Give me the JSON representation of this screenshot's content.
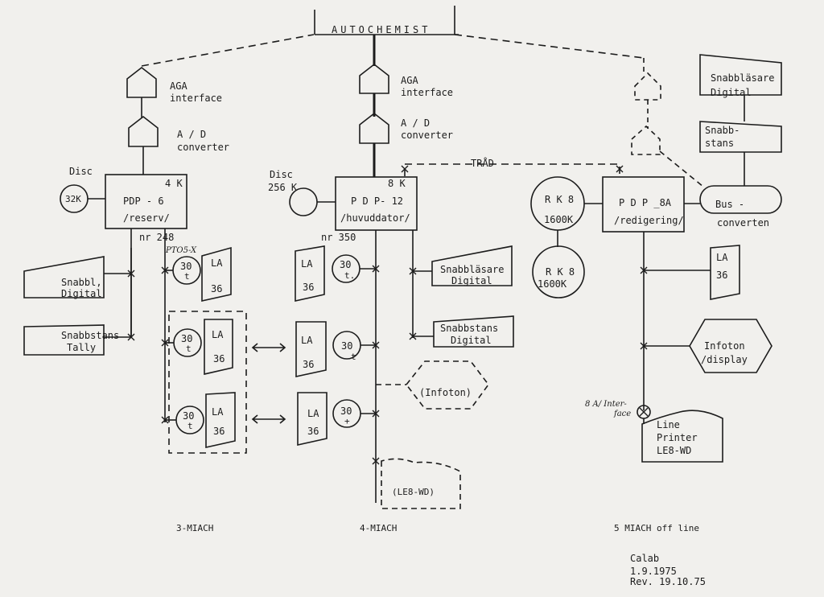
{
  "diagram": {
    "title": "AUTOCHEMIST",
    "left": {
      "aga": [
        "AGA",
        "interface"
      ],
      "adc": [
        "A / D",
        "converter"
      ],
      "disc_label": "Disc",
      "disc_size": "32K",
      "cpu": {
        "mem": "4 K",
        "name": "PDP - 6",
        "role": "/reserv/"
      },
      "nr": "nr 248",
      "ptos": "PTO5-X",
      "reader": [
        "Snabbl,",
        "Digital"
      ],
      "punch": [
        "Snabbstans",
        "Tally"
      ],
      "terminals": [
        {
          "num": "30",
          "sub": "t",
          "la": "LA",
          "model": "36"
        },
        {
          "num": "30",
          "sub": "t",
          "la": "LA",
          "model": "36"
        },
        {
          "num": "30",
          "sub": "t",
          "la": "LA",
          "model": "36"
        }
      ],
      "caption": "3-MIACH"
    },
    "center": {
      "aga": [
        "AGA",
        "interface"
      ],
      "adc": [
        "A / D",
        "converter"
      ],
      "disc_label": [
        "Disc",
        "256 K"
      ],
      "cpu": {
        "mem": "8 K",
        "name": "P D P- 12",
        "role": "/huvuddator/"
      },
      "nr": "nr 350",
      "terminals": [
        {
          "la": "LA",
          "model": "36",
          "num": "30",
          "sub": "t."
        },
        {
          "la": "LA",
          "model": "36",
          "num": "30",
          "sub": "t"
        },
        {
          "la": "LA",
          "model": "36",
          "num": "30",
          "sub": "+"
        }
      ],
      "reader": [
        "Snabbläsare",
        "Digital"
      ],
      "punch": [
        "Snabbstans",
        "Digital"
      ],
      "infoton": "(Infoton)",
      "printer": "(LE8-WD)",
      "caption": "4-MIACH"
    },
    "link_label": "TRÅD",
    "right": {
      "rk_top": [
        "R K 8",
        "1600K"
      ],
      "rk_bottom": [
        "R K 8",
        "1600K"
      ],
      "cpu": {
        "name": "P D P _8A",
        "role": "/redigering/"
      },
      "reader": [
        "Snabbläsare",
        "Digital"
      ],
      "punch": [
        "Snabb-",
        "stans"
      ],
      "busconv": [
        "Bus -",
        "converten"
      ],
      "la": [
        "LA",
        "36"
      ],
      "infoton": [
        "Infoton",
        "/display"
      ],
      "interface_note": [
        "8 A/ Inter-",
        "face"
      ],
      "printer": [
        "Line",
        "Printer",
        "LE8-WD"
      ],
      "caption": "5 MIACH off line"
    },
    "footer": [
      "Calab",
      "1.9.1975",
      "Rev. 19.10.75"
    ]
  },
  "colors": {
    "ink": "#1c1c1c",
    "paper": "#f1f0ed"
  }
}
